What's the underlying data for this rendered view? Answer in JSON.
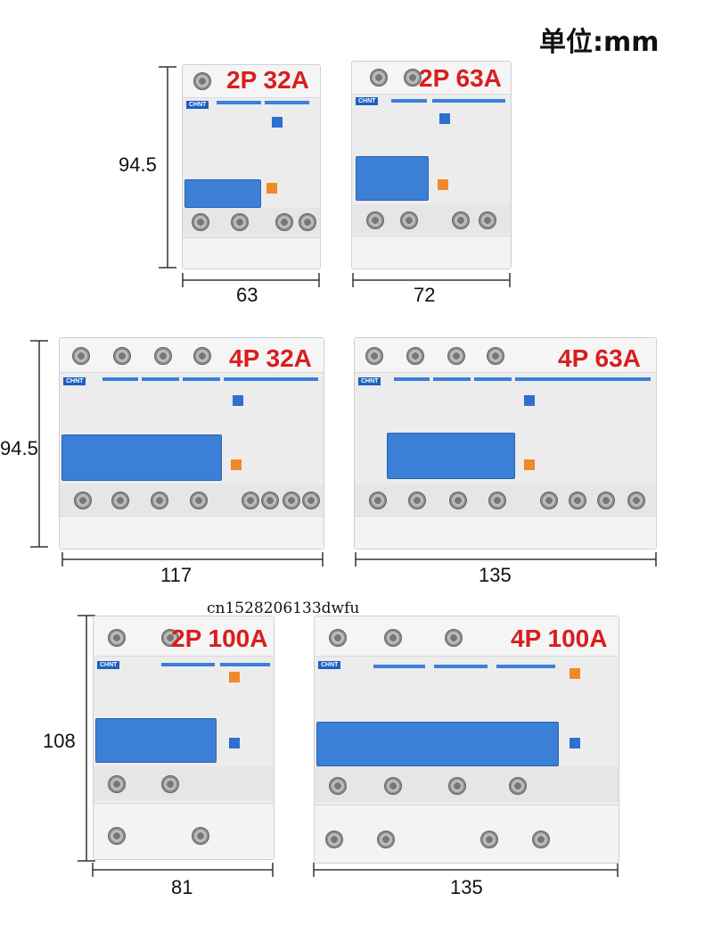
{
  "unit_label": "单位:mm",
  "watermark": "cn1528206133dwfu",
  "brand": "CHNT",
  "products": [
    {
      "label": "2P 32A",
      "width": "63",
      "height": "94.5"
    },
    {
      "label": "2P 63A",
      "width": "72",
      "height": ""
    },
    {
      "label": "4P 32A",
      "width": "117",
      "height": "94.5"
    },
    {
      "label": "4P 63A",
      "width": "135",
      "height": ""
    },
    {
      "label": "2P 100A",
      "width": "81",
      "height": "108"
    },
    {
      "label": "4P 100A",
      "width": "135",
      "height": ""
    }
  ],
  "colors": {
    "label_red": "#d81e1e",
    "toggle_blue": "#3b7fd6",
    "test_orange": "#ef8a2b"
  }
}
